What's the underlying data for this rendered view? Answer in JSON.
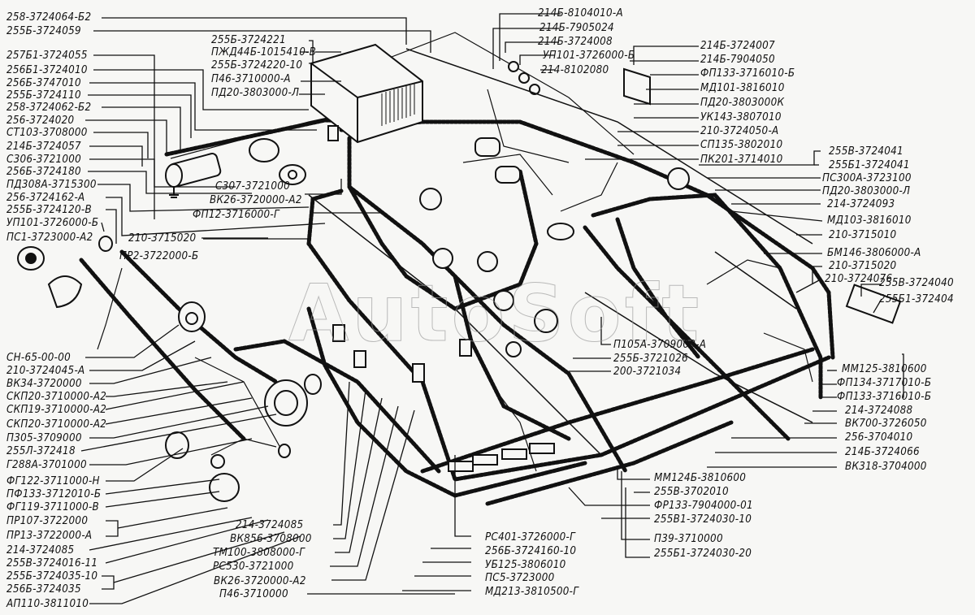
{
  "title": "Wiring harness and electrical equipment layout",
  "watermark": "AutoSoft",
  "colors": {
    "ink": "#111111",
    "paper": "#f7f7f5",
    "watermark": "#9a9a9a"
  },
  "labels_left": [
    "258-3724064-Б2",
    "255Б-3724059",
    "257Б1-3724055",
    "256Б1-3724010",
    "256Б-3747010",
    "255Б-3724110",
    "258-3724062-Б2",
    "256-3724020",
    "СТ103-3708000",
    "214Б-3724057",
    "С306-3721000",
    "256Б-3724180",
    "ПД308А-3715300",
    "256-3724162-А",
    "255Б-3724120-В",
    "УП101-3726000-Б",
    "ПС1-3723000-А2"
  ],
  "labels_left_lower": [
    "СН-65-00-00",
    "210-3724045-А",
    "ВК34-3720000",
    "СКП20-3710000-А2",
    "СКП19-3710000-А2",
    "СКП20-3710000-А2",
    "П305-3709000",
    "255Л-372418",
    "Г288А-3701000",
    "ФГ122-3711000-Н",
    "ПФ133-3712010-Б",
    "ФГ119-3711000-В",
    "ПР107-3722000",
    "ПР13-3722000-А",
    "214-3724085",
    "255В-3724016-11",
    "255Б-3724035-10",
    "256Б-3724035",
    "АП110-3811010"
  ],
  "labels_top_center": [
    "255Б-3724221",
    "ПЖД44Б-1015410-В",
    "255Б-3724220-10",
    "П46-3710000-А",
    "ПД20-3803000-Л"
  ],
  "labels_mid_left": [
    "С307-3721000",
    "ВК26-3720000-А2",
    "ФП12-3716000-Г",
    "210-3715020",
    "ПР2-3722000-Б"
  ],
  "labels_top_right": [
    "214Б-8104010-А",
    "214Б-7905024",
    "214Б-3724008",
    "УП101-3726000-Б",
    "214-8102080"
  ],
  "labels_right_upper": [
    "214Б-3724007",
    "214Б-7904050",
    "ФП133-3716010-Б",
    "МД101-3816010",
    "ПД20-3803000К",
    "УК143-3807010",
    "210-3724050-А",
    "СП135-3802010",
    "ПК201-3714010"
  ],
  "labels_right": [
    "255В-3724041",
    "255Б1-3724041",
    "ПС300А-3723100",
    "ПД20-3803000-Л",
    "214-3724093",
    "МД103-3816010",
    "210-3715010",
    "БМ146-3806000-А",
    "210-3715020",
    "210-3724076",
    "255В-3724040",
    "255Б1-372404"
  ],
  "labels_center": [
    "П105А-3709000-А",
    "255Б-3721026",
    "200-3721034"
  ],
  "labels_right_lower": [
    "ММ125-3810600",
    "ФП134-3717010-Б",
    "ФП133-3716010-Б",
    "214-3724088",
    "ВК700-3726050",
    "256-3704010",
    "214Б-3724066",
    "ВК318-3704000"
  ],
  "labels_bottom_mid": [
    "214-3724085",
    "ВК856-3708000",
    "ТМ100-3808000-Г",
    "РС530-3721000",
    "ВК26-3720000-А2",
    "П46-3710000"
  ],
  "labels_bottom_center": [
    "РС401-3726000-Г",
    "256Б-3724160-10",
    "УБ125-3806010",
    "ПС5-3723000",
    "МД213-3810500-Г"
  ],
  "labels_bottom_right": [
    "ММ124Б-3810600",
    "255В-3702010",
    "ФР133-7904000-01",
    "255В1-3724030-10",
    "П39-3710000",
    "255Б1-3724030-20"
  ]
}
